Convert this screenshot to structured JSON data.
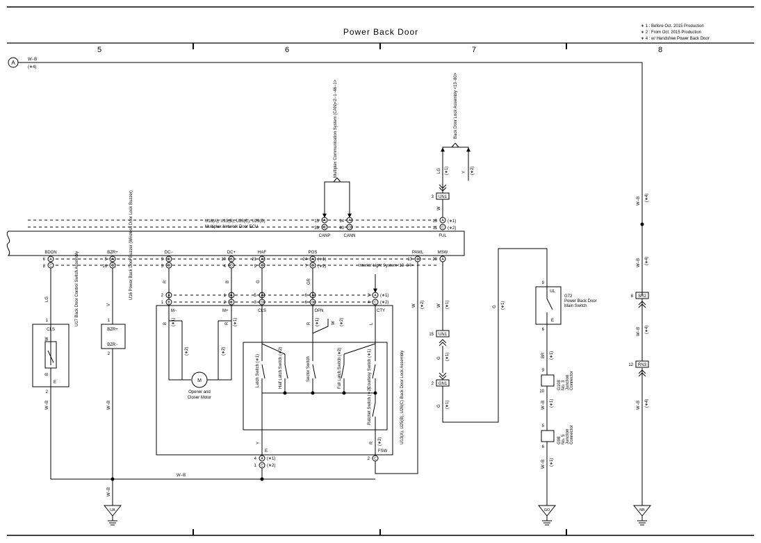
{
  "title": "Power Back Door",
  "notes": [
    "∗ 1 : Before Oct.  2015 Production",
    "∗ 2 : From Oct.  2015 Production",
    "∗ 4 : w/ Handsfree Power Back Door"
  ],
  "columns": [
    "5",
    "6",
    "7",
    "8"
  ],
  "ref_a": "A",
  "top_wire": {
    "color": "W−B",
    "note": "(∗4)"
  },
  "ecu": {
    "label1": "U18(A), U19(B), U28(C), U29(D)",
    "label2": "Multiplex Network Door ECU",
    "canp": "CANP",
    "cann": "CANN",
    "ful": "FUL",
    "pins_top": {
      "p13": "13",
      "p39": "39",
      "p14": "14",
      "p40": "40",
      "p19": "19",
      "p11": "11",
      "s1": "(∗1)",
      "s2": "(∗2)"
    },
    "bottom_labels": {
      "bdon": "BDON",
      "bzr": "BZR+",
      "dcm": "DC−",
      "dcp": "DC+",
      "haf": "HAF",
      "pos": "POS",
      "pawl": "PAWL",
      "msw": "MSW"
    },
    "pins_bottom": {
      "p6": "6",
      "p8": "8",
      "p5": "5",
      "p16": "16",
      "p9": "9",
      "p3": "3",
      "p10": "10",
      "p4": "4",
      "p21": "21",
      "p9b": "9",
      "p24": "24",
      "p7": "7",
      "p13": "13",
      "p20": "20",
      "s1": "(∗1)",
      "s2": "(∗2)"
    }
  },
  "multiplex": "Multiplex Communication System (CAN)<2−1−46−1>",
  "back_door_lock": "Back Door Lock Assembly <13−80>",
  "interior_light": "Interior Light System<13−34>",
  "wires": {
    "lg": "LG",
    "v": "V",
    "r": "R",
    "b": "B",
    "g": "G",
    "gr": "GR",
    "w": "W",
    "y": "Y",
    "l": "L",
    "br": "BR",
    "wb": "W−B"
  },
  "un1": "UN1",
  "gn1": "GN1",
  "sr2": "SR2",
  "rn3": "RN3",
  "pin": {
    "n3": "3",
    "n15": "15",
    "n2": "2",
    "n8": "8",
    "n12": "12",
    "n9": "9",
    "n6": "6",
    "n10": "10",
    "n5": "5",
    "n1": "1",
    "n4": "4"
  },
  "s": {
    "s1": "(∗1)",
    "s2": "(∗2)",
    "s4": "(∗4)"
  },
  "u17": {
    "cls": "CLS",
    "e": "E",
    "label": "U17 Back Door Control Switch Assembly"
  },
  "u16": {
    "bzrp": "BZR+",
    "bzrm": "BZR−",
    "label": "U16 Power Back Door Buzzer (Wireless Door Lock Buzzer)"
  },
  "u13": {
    "mm": "M−",
    "mp": "M+",
    "cls": "CLS",
    "opn": "OPN",
    "cty": "CTY",
    "e": "E",
    "fsw": "FSW",
    "motor": "M",
    "motor_label": [
      "Opener and",
      "Closer Motor"
    ],
    "label": "U13(A), U25(B), U26(C) Back Door Lock Assembly",
    "sw": [
      "Latch Switch (∗1)",
      "Half Latch Switch (∗2)",
      "Sector Switch",
      "Full Latch Switch (∗2)",
      "Courtesy Switch (∗1)",
      "Ratchet Switch (∗2)"
    ]
  },
  "g72": {
    "ul": "UL",
    "e": "E",
    "label1": "G72",
    "label2": "Power Back Door",
    "label3": "Main Switch"
  },
  "g108": {
    "l1": "G108",
    "l2": "No. 3",
    "l3": "Junction",
    "l4": "Connector"
  },
  "g98": {
    "l1": "G98",
    "l2": "No. 5",
    "l3": "Junction",
    "l4": "Connector"
  },
  "grounds": {
    "ua": "UA",
    "go": "GO",
    "nb": "NB"
  }
}
